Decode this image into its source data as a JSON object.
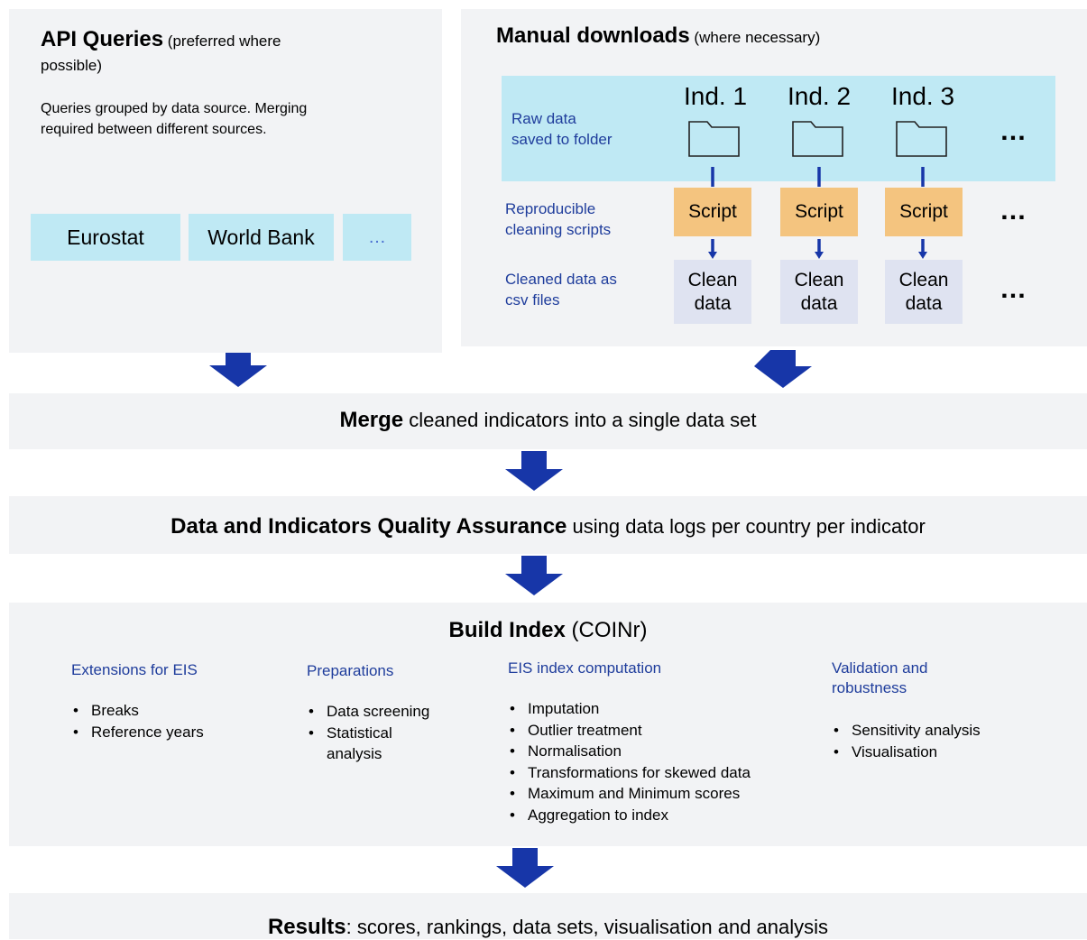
{
  "api": {
    "title": "API Queries",
    "title_note": "(preferred where",
    "title_note2": "possible)",
    "desc_line1": "Queries grouped by data source. Merging",
    "desc_line2": "required between different sources.",
    "sources": [
      "Eurostat",
      "World Bank",
      "…"
    ]
  },
  "manual": {
    "title": "Manual downloads",
    "title_note": "(where necessary)",
    "raw_label_line1": "Raw data",
    "raw_label_line2": "saved to folder",
    "scripts_label_line1": "Reproducible",
    "scripts_label_line2": "cleaning scripts",
    "cleaned_label_line1": "Cleaned data as",
    "cleaned_label_line2": "csv files",
    "indicators": [
      "Ind. 1",
      "Ind. 2",
      "Ind. 3"
    ],
    "script_label": "Script",
    "clean_line1": "Clean",
    "clean_line2": "data",
    "ellipsis": "…"
  },
  "merge": {
    "bold": "Merge",
    "rest": "cleaned indicators into a single data set"
  },
  "qa": {
    "bold": "Data and Indicators Quality Assurance",
    "rest": "using data logs per country per indicator"
  },
  "build": {
    "bold": "Build Index",
    "rest": "(COINr)",
    "columns": [
      {
        "heading_line1": "Extensions for EIS",
        "heading_line2": "",
        "items": [
          "Breaks",
          "Reference years"
        ]
      },
      {
        "heading_line1": "Preparations",
        "heading_line2": "",
        "items": [
          "Data screening",
          "Statistical",
          "analysis"
        ]
      },
      {
        "heading_line1": "EIS index computation",
        "heading_line2": "",
        "items": [
          "Imputation",
          "Outlier treatment",
          "Normalisation",
          "Transformations for skewed data",
          "Maximum and Minimum scores",
          "Aggregation to index"
        ]
      },
      {
        "heading_line1": "Validation and",
        "heading_line2": "robustness",
        "items": [
          "Sensitivity analysis",
          "Visualisation"
        ]
      }
    ]
  },
  "results": {
    "bold": "Results",
    "rest": ": scores, rankings, data sets, visualisation and analysis"
  },
  "colors": {
    "panel": "#f2f3f5",
    "chip": "#bfe9f4",
    "script": "#f4c47f",
    "clean": "#dfe3f1",
    "arrow": "#1736a8",
    "label_blue": "#1f3d9c"
  }
}
